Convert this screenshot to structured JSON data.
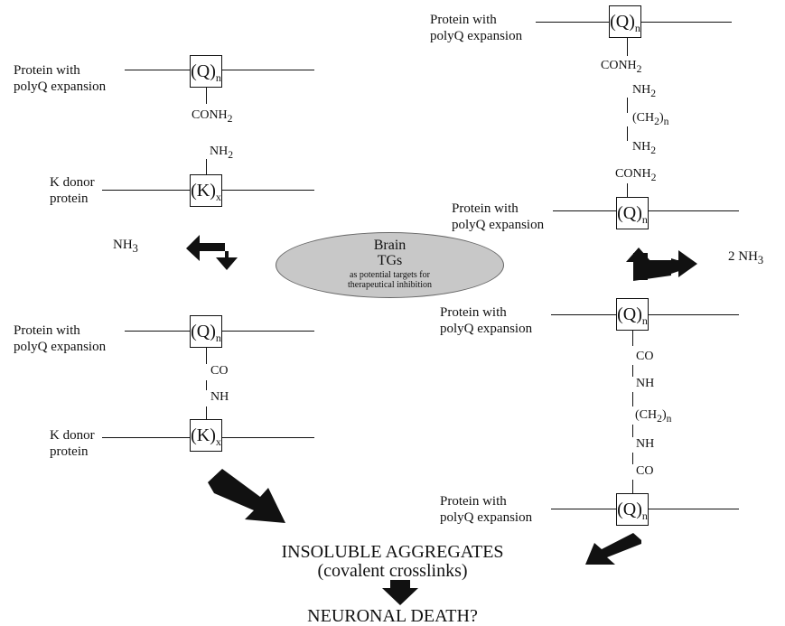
{
  "labels": {
    "protein_line1": "Protein with",
    "protein_line2": "polyQ expansion",
    "k_line1": "K donor",
    "k_line2": "protein",
    "q_box": "(Q)",
    "k_box": "(K)",
    "sub_n": "n",
    "sub_x": "x"
  },
  "chem": {
    "conh2": "CONH",
    "nh2": "NH",
    "ch2": "(CH",
    "ch2_close": ")",
    "co": "CO",
    "nh": "NH",
    "sub_2": "2",
    "sub_3": "3"
  },
  "byproducts": {
    "left": "NH",
    "right": "2 NH"
  },
  "center": {
    "title_line1": "Brain",
    "title_line2": "TGs",
    "subtitle_line1": "as potential targets for",
    "subtitle_line2": "therapeutical inhibition"
  },
  "outcome": {
    "aggregates": "INSOLUBLE AGGREGATES",
    "crosslinks": "(covalent crosslinks)",
    "death": "NEURONAL DEATH?"
  },
  "icons": [
    "left-turn-arrow-icon",
    "right-turn-arrow-icon",
    "down-right-arrow-icon",
    "down-left-arrow-icon",
    "down-arrow-icon"
  ]
}
